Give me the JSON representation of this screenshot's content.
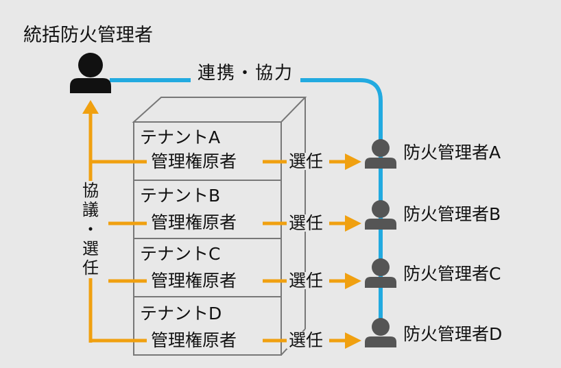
{
  "diagram": {
    "title": "統括防火管理者",
    "cooperation_label": "連携・協力",
    "vertical_label": [
      "協",
      "議",
      "・",
      "選",
      "任"
    ],
    "tenants": [
      {
        "name": "テナントA",
        "owner": "管理権原者",
        "action": "選任",
        "manager": "防火管理者A"
      },
      {
        "name": "テナントB",
        "owner": "管理権原者",
        "action": "選任",
        "manager": "防火管理者B"
      },
      {
        "name": "テナントC",
        "owner": "管理権原者",
        "action": "選任",
        "manager": "防火管理者C"
      },
      {
        "name": "テナントD",
        "owner": "管理権原者",
        "action": "選任",
        "manager": "防火管理者D"
      }
    ],
    "colors": {
      "background": "#e8e8e8",
      "arrow_orange": "#f0a010",
      "link_blue": "#22aae0",
      "person_dark": "#111111",
      "person_gray": "#555555",
      "building_outline": "#777777"
    }
  }
}
